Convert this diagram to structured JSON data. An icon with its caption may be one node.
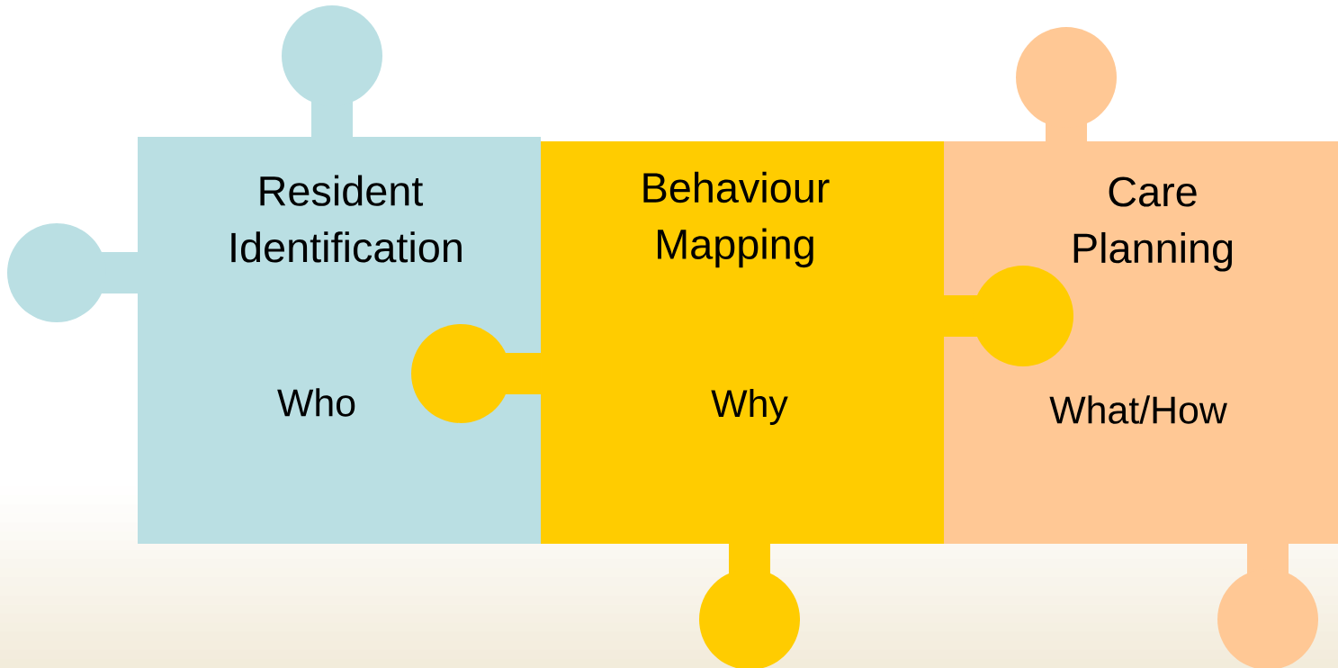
{
  "diagram": {
    "nodes": [
      {
        "text": [
          "Resident Identification",
          "Who"
        ]
      },
      {
        "text": [
          "Behaviour Mapping",
          "Why"
        ]
      },
      {
        "text": [
          "Care Planning",
          "What/How"
        ]
      }
    ]
  }
}
